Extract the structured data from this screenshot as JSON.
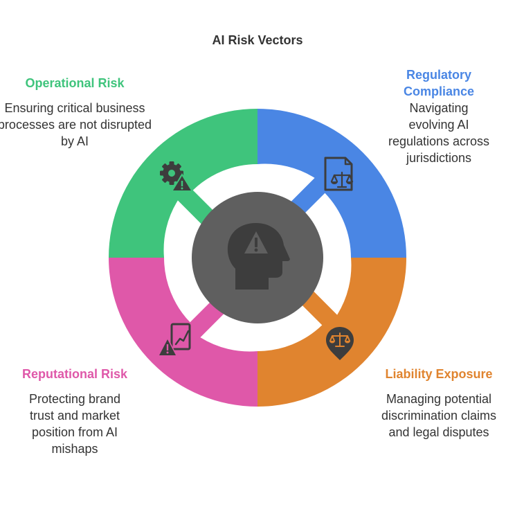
{
  "title": "AI Risk Vectors",
  "center": {
    "icon": "head-warning-icon"
  },
  "colors": {
    "operational": "#3fc47c",
    "regulatory": "#4a86e4",
    "liability": "#e0842f",
    "reputational": "#df58a9",
    "center": "#5f5f5f",
    "icon_dark": "#3d3d3d"
  },
  "segments": [
    {
      "id": "operational",
      "title": "Operational Risk",
      "description": "Ensuring critical business processes are not disrupted by AI",
      "icon": "gear-warning-icon"
    },
    {
      "id": "regulatory",
      "title": "Regulatory Compliance",
      "description": "Navigating evolving AI regulations across jurisdictions",
      "icon": "document-scales-icon"
    },
    {
      "id": "liability",
      "title": "Liability Exposure",
      "description": "Managing potential discrimination claims and legal disputes",
      "icon": "scales-pin-icon"
    },
    {
      "id": "reputational",
      "title": "Reputational Risk",
      "description": "Protecting brand trust and market position from AI mishaps",
      "icon": "chart-warning-icon"
    }
  ]
}
